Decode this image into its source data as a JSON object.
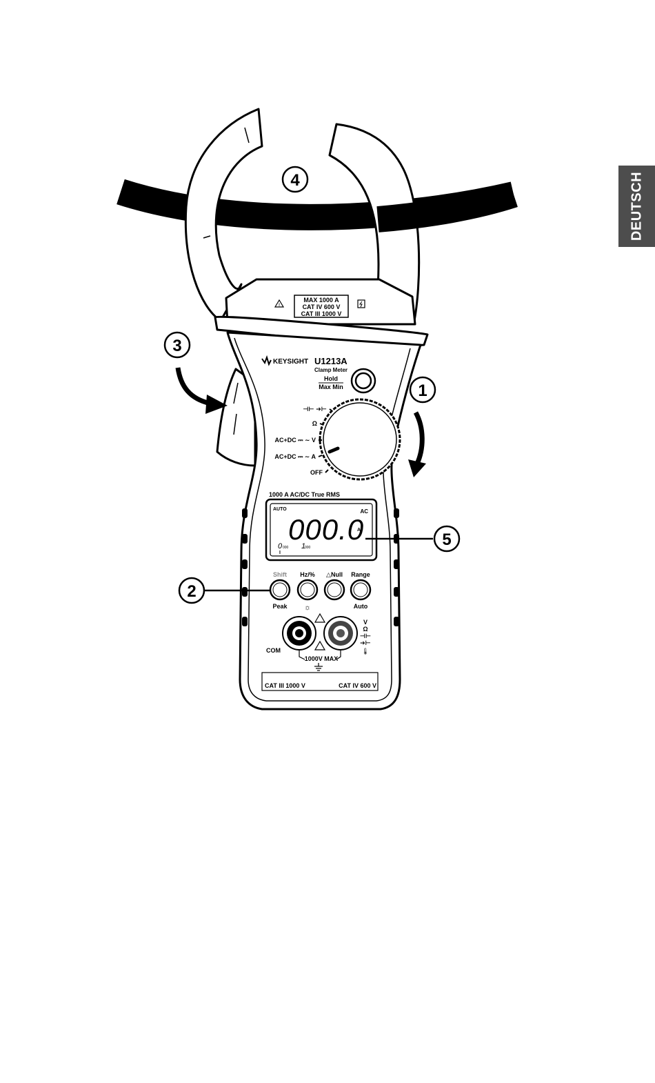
{
  "side_tab": {
    "label": "DEUTSCH"
  },
  "callouts": [
    "1",
    "2",
    "3",
    "4",
    "5"
  ],
  "jaw_label": {
    "line1": "MAX 1000 A",
    "line2": "CAT IV 600 V",
    "line3": "CAT III 1000 V"
  },
  "brand": {
    "name": "KEYSIGHT",
    "model": "U1213A",
    "subtitle": "Clamp Meter"
  },
  "hold_button": {
    "top": "Hold",
    "bottom": "Max Min"
  },
  "dial": {
    "positions": [
      "⊣⊢ ➔⊢",
      "Ω",
      "AC+DC ⎓ ∼ V",
      "AC+DC ⎓ ∼ A",
      "OFF"
    ]
  },
  "rating_text": "1000 A AC/DC True RMS",
  "display": {
    "mode": "AUTO",
    "ac": "AC",
    "reading": "000.0",
    "unit": "A",
    "sub1": "0",
    "sub1_small": "000",
    "sub2": "1",
    "sub2_small": "000",
    "bar": "I"
  },
  "buttons": [
    {
      "top": "Shift",
      "bottom": "Peak"
    },
    {
      "top": "Hz/%",
      "bottom": "☼"
    },
    {
      "top": "△Null",
      "bottom": ""
    },
    {
      "top": "Range",
      "bottom": "Auto"
    }
  ],
  "terminals": {
    "com": "COM",
    "max": "1000V MAX",
    "right": [
      "V",
      "Ω",
      "⊣⊢",
      "➔⊢",
      "🌡"
    ]
  },
  "cat_labels": {
    "left": "CAT III 1000 V",
    "right": "CAT IV 600 V"
  },
  "colors": {
    "tab": "#4d4d4d",
    "ink": "#000000",
    "body": "#ffffff",
    "muted": "#8a8a8a"
  }
}
